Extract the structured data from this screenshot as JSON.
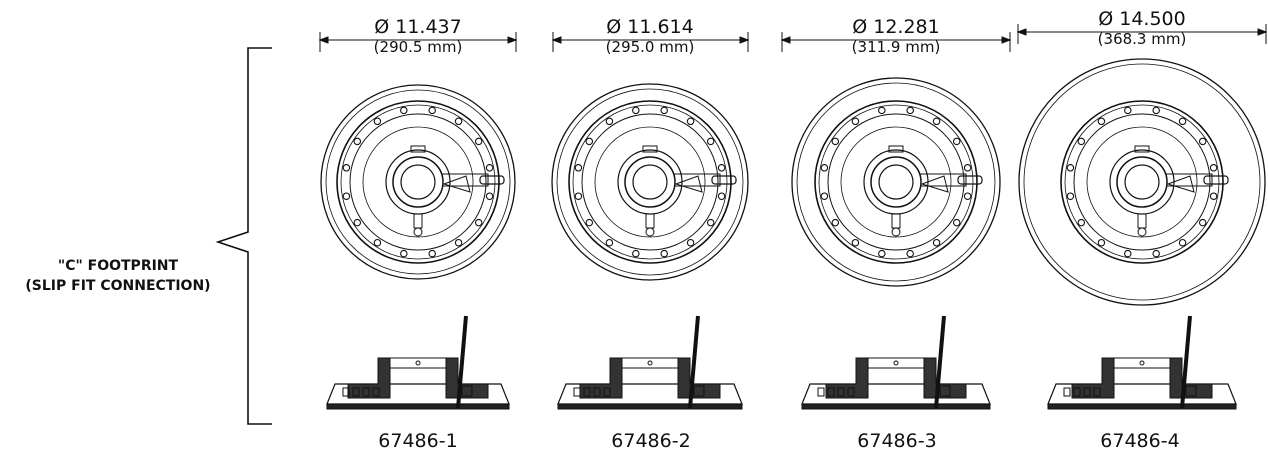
{
  "footprint": {
    "line1": "\"C\" FOOTPRINT",
    "line2": "(SLIP FIT CONNECTION)"
  },
  "units": [
    {
      "dia_in": "Ø 11.437",
      "dia_mm": "(290.5 mm)",
      "part": "67486-1"
    },
    {
      "dia_in": "Ø 11.614",
      "dia_mm": "(295.0 mm)",
      "part": "67486-2"
    },
    {
      "dia_in": "Ø 12.281",
      "dia_mm": "(311.9 mm)",
      "part": "67486-3"
    },
    {
      "dia_in": "Ø 14.500",
      "dia_mm": "(368.3 mm)",
      "part": "67486-4"
    }
  ]
}
